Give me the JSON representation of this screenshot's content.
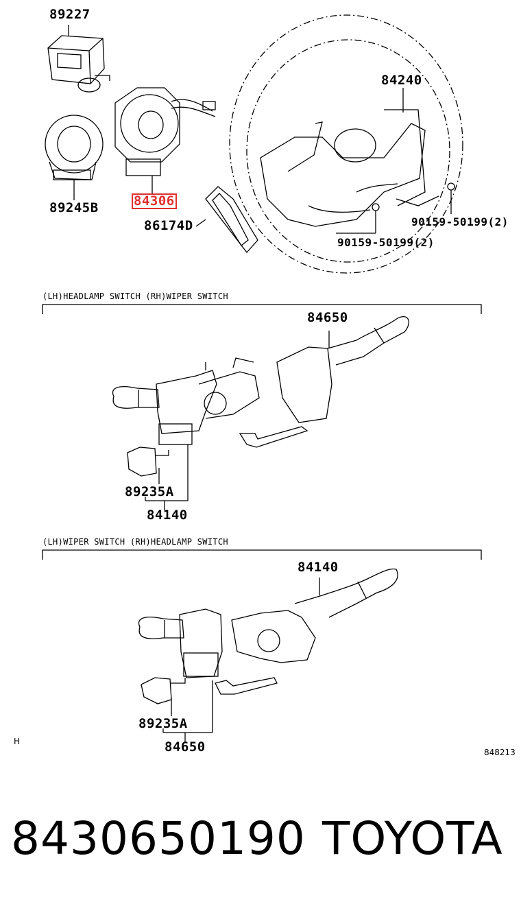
{
  "labels": {
    "p89227": "89227",
    "p89245b": "89245B",
    "p84306": "84306",
    "p86174d": "86174D",
    "p84240": "84240",
    "p90159_a": "90159-50199(2)",
    "p90159_b": "90159-50199(2)",
    "p84650_top": "84650",
    "p89235a_1": "89235A",
    "p84140_1": "84140",
    "p84140_top": "84140",
    "p89235a_2": "89235A",
    "p84650_2": "84650"
  },
  "sections": {
    "section1_header": "(LH)HEADLAMP SWITCH (RH)WIPER SWITCH",
    "section2_header": "(LH)WIPER SWITCH (RH)HEADLAMP SWITCH"
  },
  "footer": {
    "left_mark": "H",
    "diagram_code": "848213"
  },
  "caption": {
    "part_number": "8430650190",
    "brand": "TOYOTA"
  },
  "colors": {
    "highlight": "#e03030",
    "line": "#000000"
  }
}
